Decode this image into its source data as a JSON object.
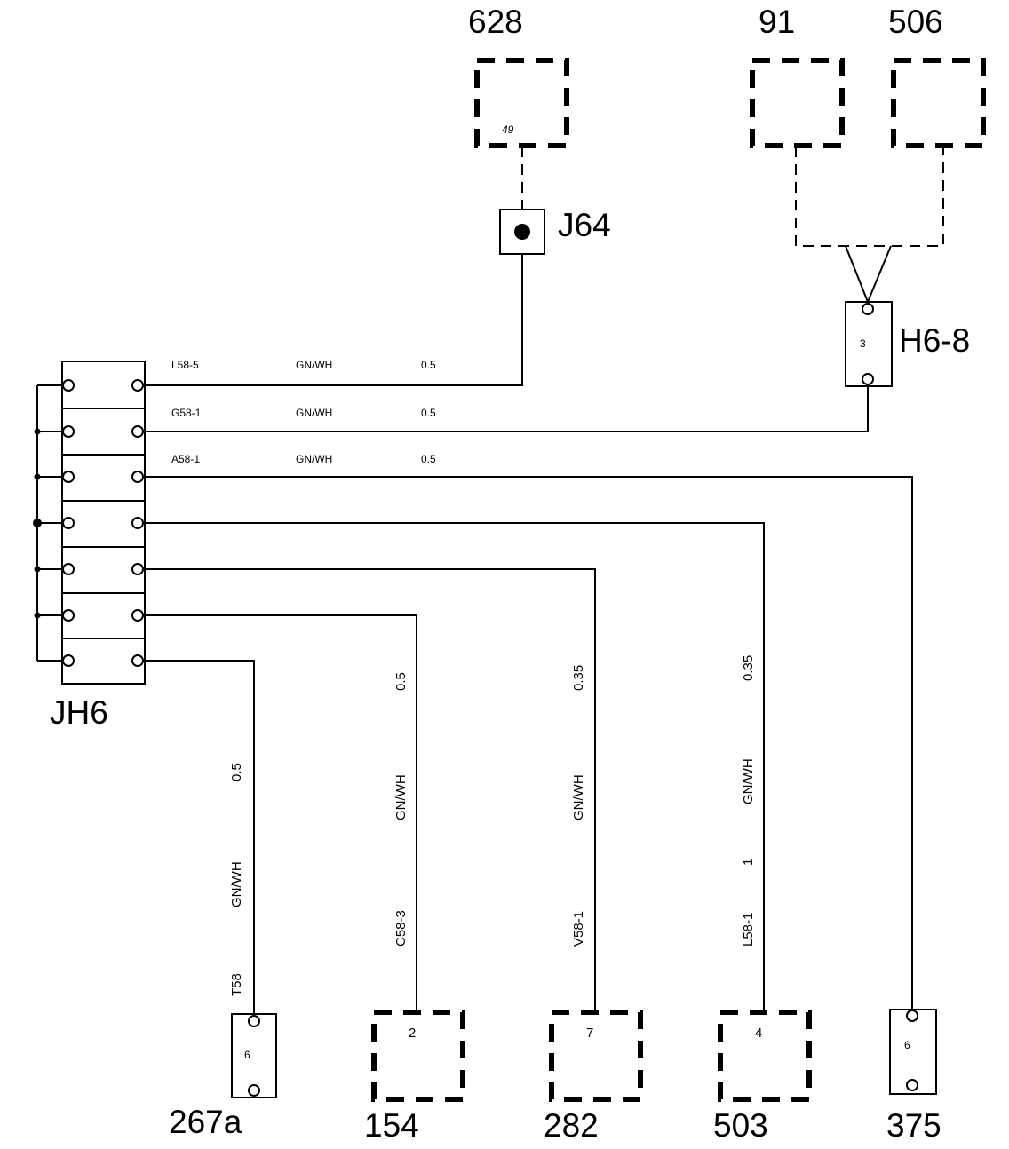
{
  "components": {
    "c628": {
      "label": "628",
      "pin": "49"
    },
    "c91": {
      "label": "91"
    },
    "c506": {
      "label": "506"
    },
    "j64": {
      "label": "J64"
    },
    "h68": {
      "label": "H6-8",
      "pin": "3"
    },
    "jh6": {
      "label": "JH6"
    },
    "c267a": {
      "label": "267a",
      "pin": "6"
    },
    "c154": {
      "label": "154",
      "pin": "2"
    },
    "c282": {
      "label": "282",
      "pin": "7"
    },
    "c503": {
      "label": "503",
      "pin": "4"
    },
    "c375": {
      "label": "375",
      "pin": "6"
    }
  },
  "wires": {
    "w1": {
      "id": "L58-5",
      "color": "GN/WH",
      "size": "0.5"
    },
    "w2": {
      "id": "G58-1",
      "color": "GN/WH",
      "size": "0.5"
    },
    "w3": {
      "id": "A58-1",
      "color": "GN/WH",
      "size": "0.5"
    },
    "w_t58": {
      "id": "T58",
      "color": "GN/WH",
      "size": "0.5"
    },
    "w_c58": {
      "id": "C58-3",
      "color": "GN/WH",
      "size": "0.5"
    },
    "w_v58": {
      "id": "V58-1",
      "color": "GN/WH",
      "size": "0.35"
    },
    "w_l58": {
      "id": "L58-1",
      "extra": "1",
      "color": "GN/WH",
      "size": "0.35"
    }
  }
}
